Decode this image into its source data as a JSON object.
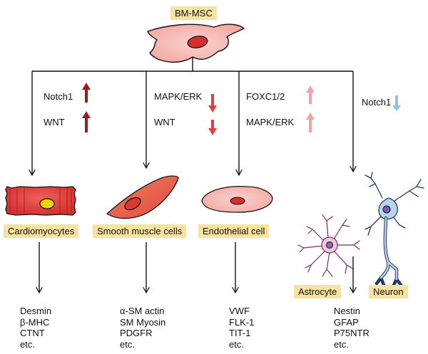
{
  "root": {
    "label": "BM-MSC"
  },
  "branches": [
    {
      "id": "cardiomyocytes",
      "label": "Cardiomyocytes",
      "signals": [
        {
          "name": "Notch1",
          "direction": "up",
          "color": "#9b1b1f"
        },
        {
          "name": "WNT",
          "direction": "up",
          "color": "#9b1b1f"
        }
      ],
      "markers": [
        "Desmin",
        "β-MHC",
        "CTNT",
        "etc."
      ]
    },
    {
      "id": "smooth-muscle",
      "label": "Smooth muscle cells",
      "signals": [
        {
          "name": "MAPK/ERK",
          "direction": "down",
          "color": "#e0413f"
        },
        {
          "name": "WNT",
          "direction": "down",
          "color": "#e0413f"
        }
      ],
      "markers": [
        "α-SM actin",
        "SM Myosin",
        "PDGFR",
        "etc."
      ]
    },
    {
      "id": "endothelial",
      "label": "Endothelial cell",
      "signals": [
        {
          "name": "FOXC1/2",
          "direction": "up",
          "color": "#f2a3a0"
        },
        {
          "name": "MAPK/ERK",
          "direction": "up",
          "color": "#f2a3a0"
        }
      ],
      "markers": [
        "VWF",
        "FLK-1",
        "TIT-1",
        "etc."
      ]
    },
    {
      "id": "neural",
      "labels": [
        "Astrocyte",
        "Neuron"
      ],
      "signals": [
        {
          "name": "Notch1",
          "direction": "down",
          "color": "#8fc3e8"
        }
      ],
      "markers": [
        "Nestin",
        "GFAP",
        "P75NTR",
        "etc."
      ]
    }
  ]
}
